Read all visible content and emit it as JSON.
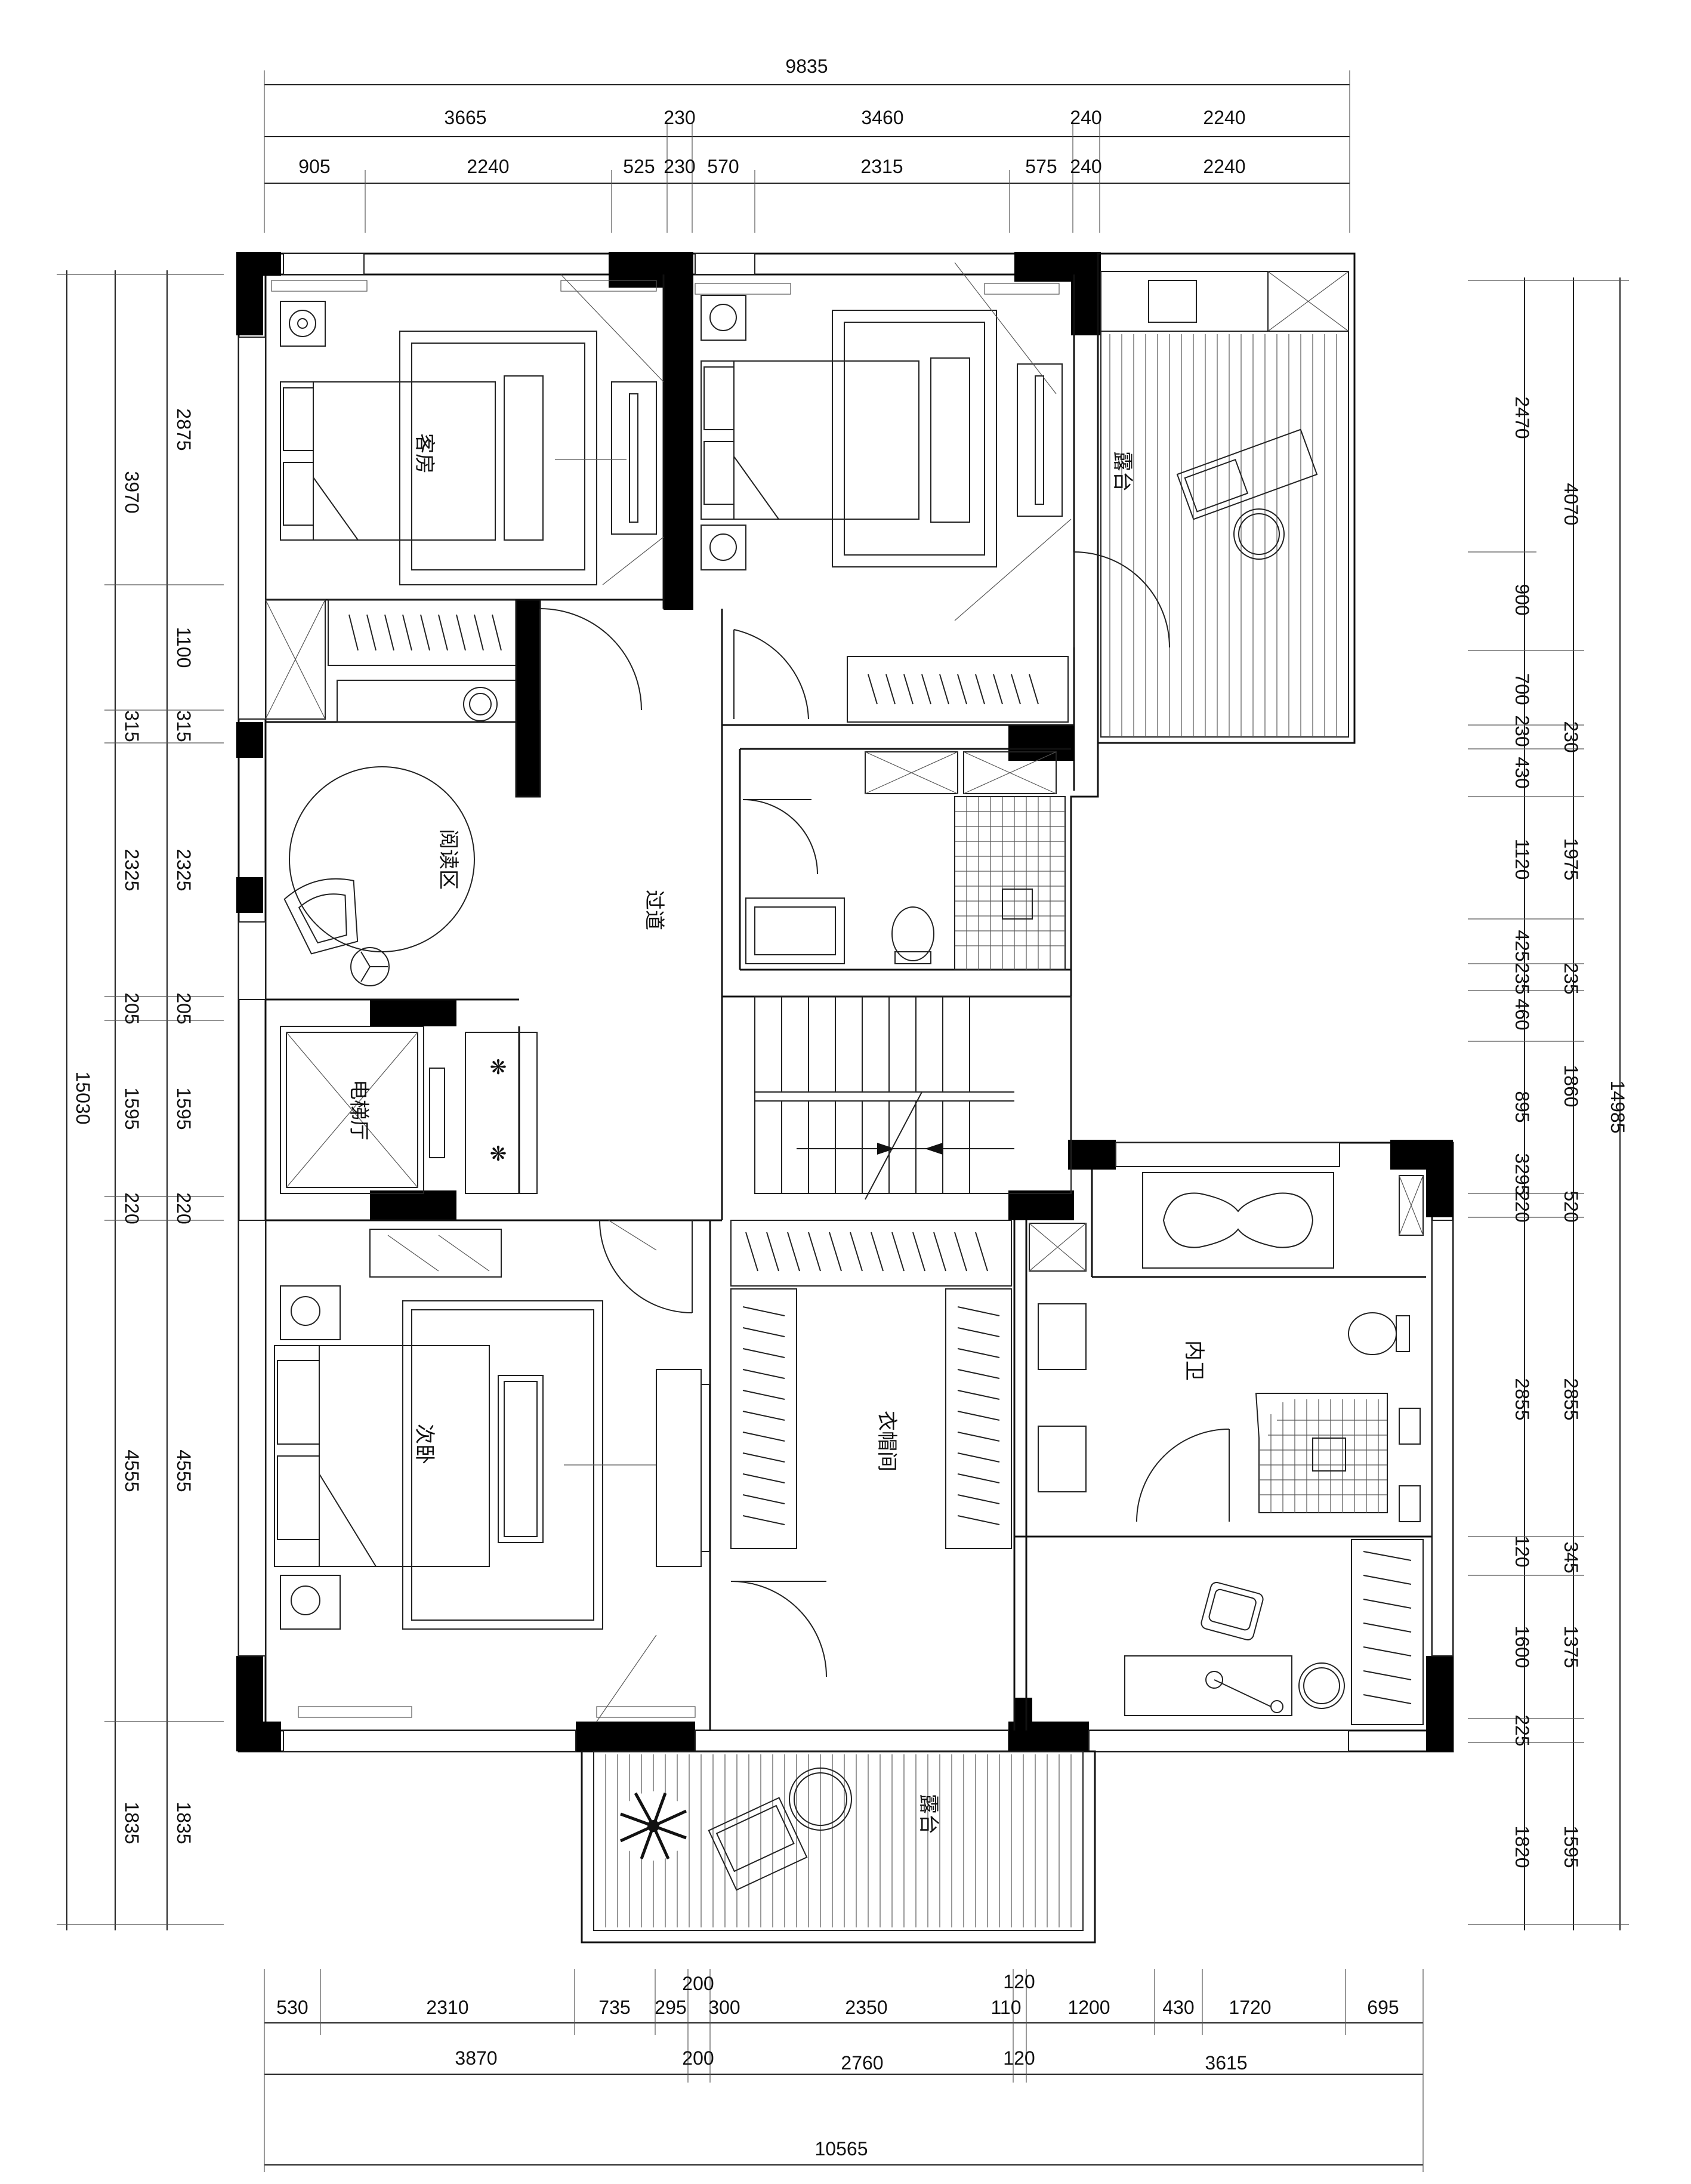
{
  "top_dims": {
    "total": "9835",
    "row2": [
      "3665",
      "230",
      "3460",
      "240",
      "2240"
    ],
    "row1": [
      "905",
      "2240",
      "525",
      "230",
      "570",
      "2315",
      "575",
      "240",
      "2240"
    ]
  },
  "bottom_dims": {
    "row1": [
      "530",
      "2310",
      "735",
      "295",
      "200",
      "300",
      "2350",
      "110",
      "120",
      "1200",
      "430",
      "1720",
      "695"
    ],
    "row2": [
      "3870",
      "200",
      "2760",
      "120",
      "3615"
    ],
    "total": "10565"
  },
  "left_dims": {
    "total": "15030",
    "outer": [
      "3970",
      "315",
      "2325",
      "205",
      "1595",
      "220",
      "4555",
      "1835"
    ],
    "inner": [
      "2875",
      "1100",
      "315",
      "2325",
      "205",
      "1595",
      "220",
      "4555",
      "1835"
    ]
  },
  "right_dims": {
    "total": "14985",
    "inner": [
      "2470",
      "900",
      "700",
      "230",
      "430",
      "1120",
      "425",
      "235",
      "460",
      "895",
      "3295",
      "220",
      "2855",
      "120",
      "1600",
      "225",
      "1820"
    ],
    "outer": [
      "4070",
      "230",
      "1975",
      "235",
      "1860",
      "520",
      "2855",
      "345",
      "1375",
      "1595"
    ]
  },
  "rooms": {
    "guest_room": "客房",
    "terrace_top": "露台",
    "reading_area": "阅读区",
    "corridor": "过道",
    "elevator_hall": "电梯厅",
    "second_bedroom": "次卧",
    "cloakroom": "衣帽间",
    "inner_bath": "内卫",
    "terrace_bottom": "露台"
  }
}
